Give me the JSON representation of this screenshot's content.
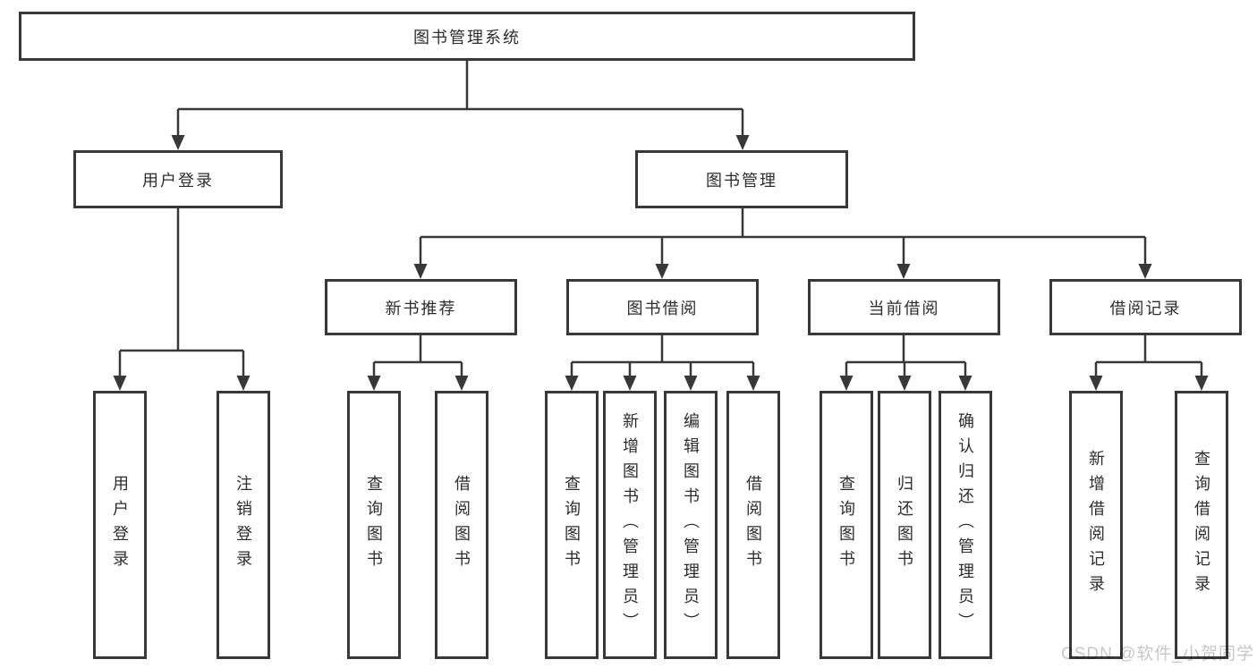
{
  "tree": {
    "label": "图书管理系统",
    "children": [
      {
        "label": "用户登录",
        "children": [
          {
            "label": "用户登录"
          },
          {
            "label": "注销登录"
          }
        ]
      },
      {
        "label": "图书管理",
        "children": [
          {
            "label": "新书推荐",
            "children": [
              {
                "label": "查询图书"
              },
              {
                "label": "借阅图书"
              }
            ]
          },
          {
            "label": "图书借阅",
            "children": [
              {
                "label": "查询图书"
              },
              {
                "label": "新增图书（管理员）"
              },
              {
                "label": "编辑图书（管理员）"
              },
              {
                "label": "借阅图书"
              }
            ]
          },
          {
            "label": "当前借阅",
            "children": [
              {
                "label": "查询图书"
              },
              {
                "label": "归还图书"
              },
              {
                "label": "确认归还（管理员）"
              }
            ]
          },
          {
            "label": "借阅记录",
            "children": [
              {
                "label": "新增借阅记录"
              },
              {
                "label": "查询借阅记录"
              }
            ]
          }
        ]
      }
    ]
  },
  "watermark": {
    "text": "CSDN @软件_小贺同学"
  },
  "colors": {
    "line": "#383838",
    "box_border": "#383838",
    "text": "#2d2d2d",
    "watermark": "#c7c7c7",
    "background": "#ffffff"
  }
}
